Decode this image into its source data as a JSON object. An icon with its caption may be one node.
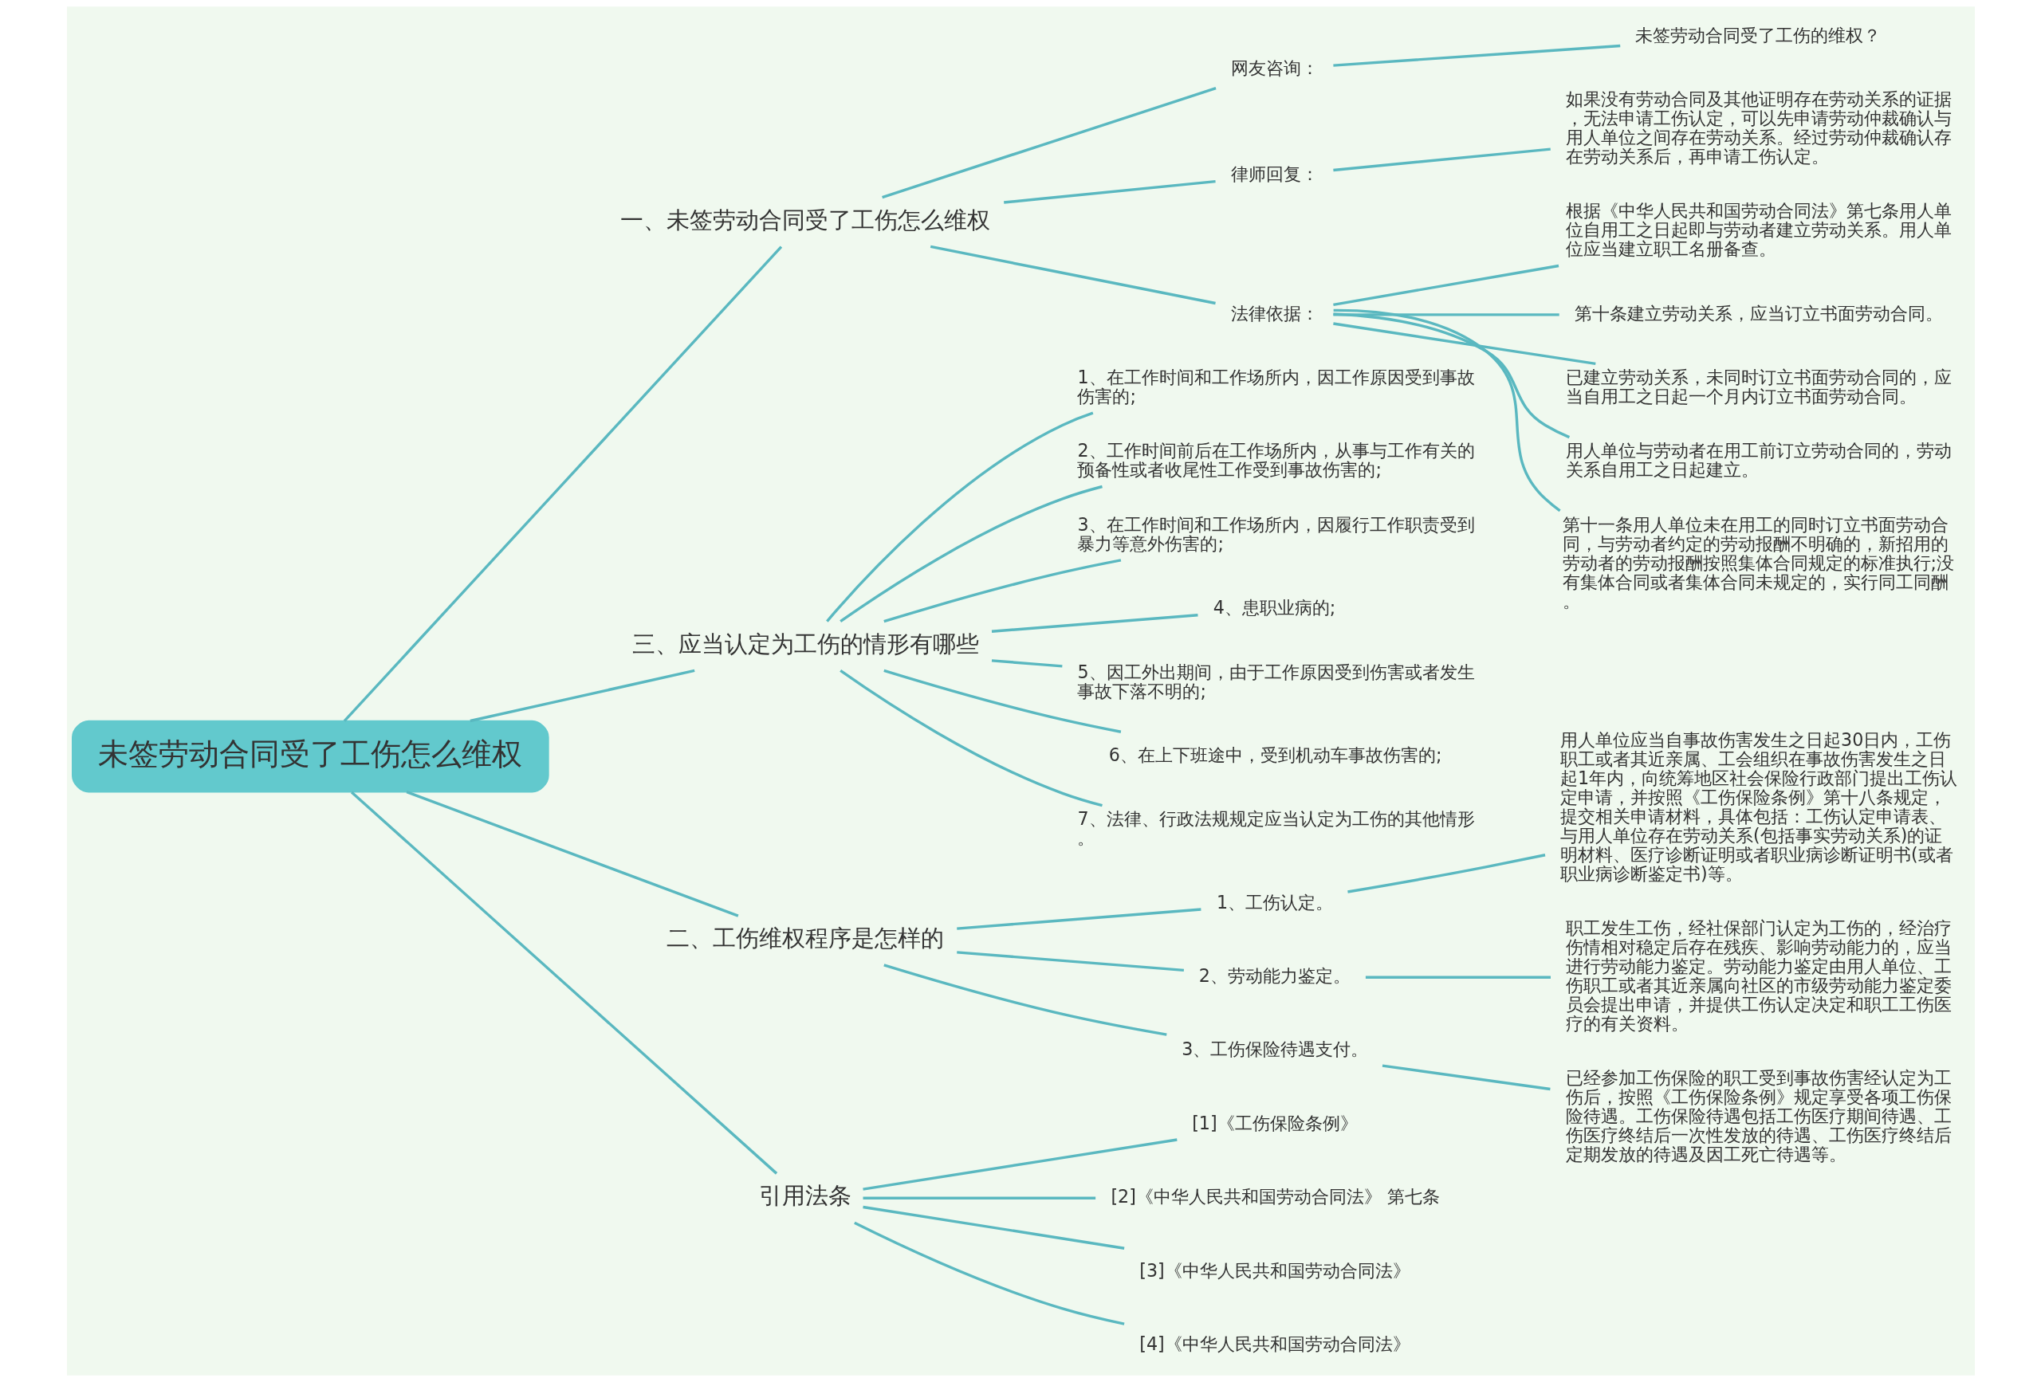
{
  "diagram": {
    "nodes": [
      {
        "text": [
          "未签劳动合同受了工伤怎么维权"
        ]
      },
      {
        "text": [
          "一、未签劳动合同受了工伤怎么维权"
        ]
      },
      {
        "text": [
          "网友咨询："
        ]
      },
      {
        "text": [
          "未签劳动合同受了工伤的维权？"
        ]
      },
      {
        "text": [
          "律师回复："
        ]
      },
      {
        "text": [
          "如果没有劳动合同及其他证明存在劳动关系的证据，无法申请工伤认定，可以先申请劳动仲裁确认与用人单位之间存在劳动关系。经过劳动仲裁确认存在劳动关系后，再申请工伤认定。"
        ]
      },
      {
        "text": [
          "法律依据："
        ]
      },
      {
        "text": [
          "根据《中华人民共和国劳动合同法》第七条用人单位自用工之日起即与劳动者建立劳动关系。用人单位应当建立职工名册备查。"
        ]
      },
      {
        "text": [
          "第十条建立劳动关系，应当订立书面劳动合同。"
        ]
      },
      {
        "text": [
          "已建立劳动关系，未同时订立书面劳动合同的，应当自用工之日起一个月内订立书面劳动合同。"
        ]
      },
      {
        "text": [
          "用人单位与劳动者在用工前订立劳动合同的，劳动关系自用工之日起建立。"
        ]
      },
      {
        "text": [
          "第十一条用人单位未在用工的同时订立书面劳动合同，与劳动者约定的劳动报酬不明确的，新招用的劳动者的劳动报酬按照集体合同规定的标准执行;没有集体合同或者集体合同未规定的，实行同工同酬。"
        ]
      },
      {
        "text": [
          "三、应当认定为工伤的情形有哪些"
        ]
      },
      {
        "text": [
          "1、在工作时间和工作场所内，因工作原因受到事故伤害的;"
        ]
      },
      {
        "text": [
          "2、工作时间前后在工作场所内，从事与工作有关的预备性或者收尾性工作受到事故伤害的;"
        ]
      },
      {
        "text": [
          "3、在工作时间和工作场所内，因履行工作职责受到暴力等意外伤害的;"
        ]
      },
      {
        "text": [
          "4、患职业病的;"
        ]
      },
      {
        "text": [
          "5、因工外出期间，由于工作原因受到伤害或者发生事故下落不明的;"
        ]
      },
      {
        "text": [
          "6、在上下班途中，受到机动车事故伤害的;"
        ]
      },
      {
        "text": [
          "7、法律、行政法规规定应当认定为工伤的其他情形。"
        ]
      },
      {
        "text": [
          "二、工伤维权程序是怎样的"
        ]
      },
      {
        "text": [
          "1、工伤认定。"
        ]
      },
      {
        "text": [
          "用人单位应当自事故伤害发生之日起30日内，工伤职工或者其近亲属、工会组织在事故伤害发生之日起1年内，向统筹地区社会保险行政部门提出工伤认定申请，并按照《工伤保险条例》第十八条规定，提交相关申请材料，具体包括：工伤认定申请表、与用人单位存在劳动关系(包括事实劳动关系)的证明材料、医疗诊断证明或者职业病诊断证明书(或者职业病诊断鉴定书)等。"
        ]
      },
      {
        "text": [
          "2、劳动能力鉴定。"
        ]
      },
      {
        "text": [
          "职工发生工伤，经社保部门认定为工伤的，经治疗伤情相对稳定后存在残疾、影响劳动能力的，应当进行劳动能力鉴定。劳动能力鉴定由用人单位、工伤职工或者其近亲属向社区的市级劳动能力鉴定委员会提出申请，并提供工伤认定决定和职工工伤医疗的有关资料。"
        ]
      },
      {
        "text": [
          "3、工伤保险待遇支付。"
        ]
      },
      {
        "text": [
          "已经参加工伤保险的职工受到事故伤害经认定为工伤后，按照《工伤保险条例》规定享受各项工伤保险待遇。工伤保险待遇包括工伤医疗期间待遇、工伤医疗终结后一次性发放的待遇、工伤医疗终结后定期发放的待遇及因工死亡待遇等。"
        ]
      },
      {
        "text": [
          "引用法条"
        ]
      },
      {
        "text": [
          "[1]《工伤保险条例》"
        ]
      },
      {
        "text": [
          "[2]《中华人民共和国劳动合同法》 第七条"
        ]
      },
      {
        "text": [
          "[3]《中华人民共和国劳动合同法》"
        ]
      },
      {
        "text": [
          "[4]《中华人民共和国劳动合同法》"
        ]
      }
    ],
    "edges": [
      {
        "from": 0,
        "to": 1,
        "arrow": "none"
      },
      {
        "from": 1,
        "to": 2,
        "arrow": "none"
      },
      {
        "from": 2,
        "to": 3,
        "arrow": "none"
      },
      {
        "from": 1,
        "to": 4,
        "arrow": "none"
      },
      {
        "from": 4,
        "to": 5,
        "arrow": "none"
      },
      {
        "from": 1,
        "to": 6,
        "arrow": "none"
      },
      {
        "from": 6,
        "to": 7,
        "arrow": "none"
      },
      {
        "from": 6,
        "to": 8,
        "arrow": "none"
      },
      {
        "from": 6,
        "to": 9,
        "arrow": "none"
      },
      {
        "from": 6,
        "to": 10,
        "arrow": "none"
      },
      {
        "from": 6,
        "to": 11,
        "arrow": "none"
      },
      {
        "from": 0,
        "to": 12,
        "arrow": "none"
      },
      {
        "from": 12,
        "to": 13,
        "arrow": "none"
      },
      {
        "from": 12,
        "to": 14,
        "arrow": "none"
      },
      {
        "from": 12,
        "to": 15,
        "arrow": "none"
      },
      {
        "from": 12,
        "to": 16,
        "arrow": "none"
      },
      {
        "from": 12,
        "to": 17,
        "arrow": "none"
      },
      {
        "from": 12,
        "to": 18,
        "arrow": "none"
      },
      {
        "from": 12,
        "to": 19,
        "arrow": "none"
      },
      {
        "from": 0,
        "to": 20,
        "arrow": "none"
      },
      {
        "from": 20,
        "to": 21,
        "arrow": "none"
      },
      {
        "from": 21,
        "to": 22,
        "arrow": "none"
      },
      {
        "from": 20,
        "to": 23,
        "arrow": "none"
      },
      {
        "from": 23,
        "to": 24,
        "arrow": "none"
      },
      {
        "from": 20,
        "to": 25,
        "arrow": "none"
      },
      {
        "from": 25,
        "to": 26,
        "arrow": "none"
      },
      {
        "from": 0,
        "to": 27,
        "arrow": "none"
      },
      {
        "from": 27,
        "to": 28,
        "arrow": "none"
      },
      {
        "from": 27,
        "to": 29,
        "arrow": "none"
      },
      {
        "from": 27,
        "to": 30,
        "arrow": "none"
      },
      {
        "from": 27,
        "to": 31,
        "arrow": "none"
      }
    ]
  }
}
